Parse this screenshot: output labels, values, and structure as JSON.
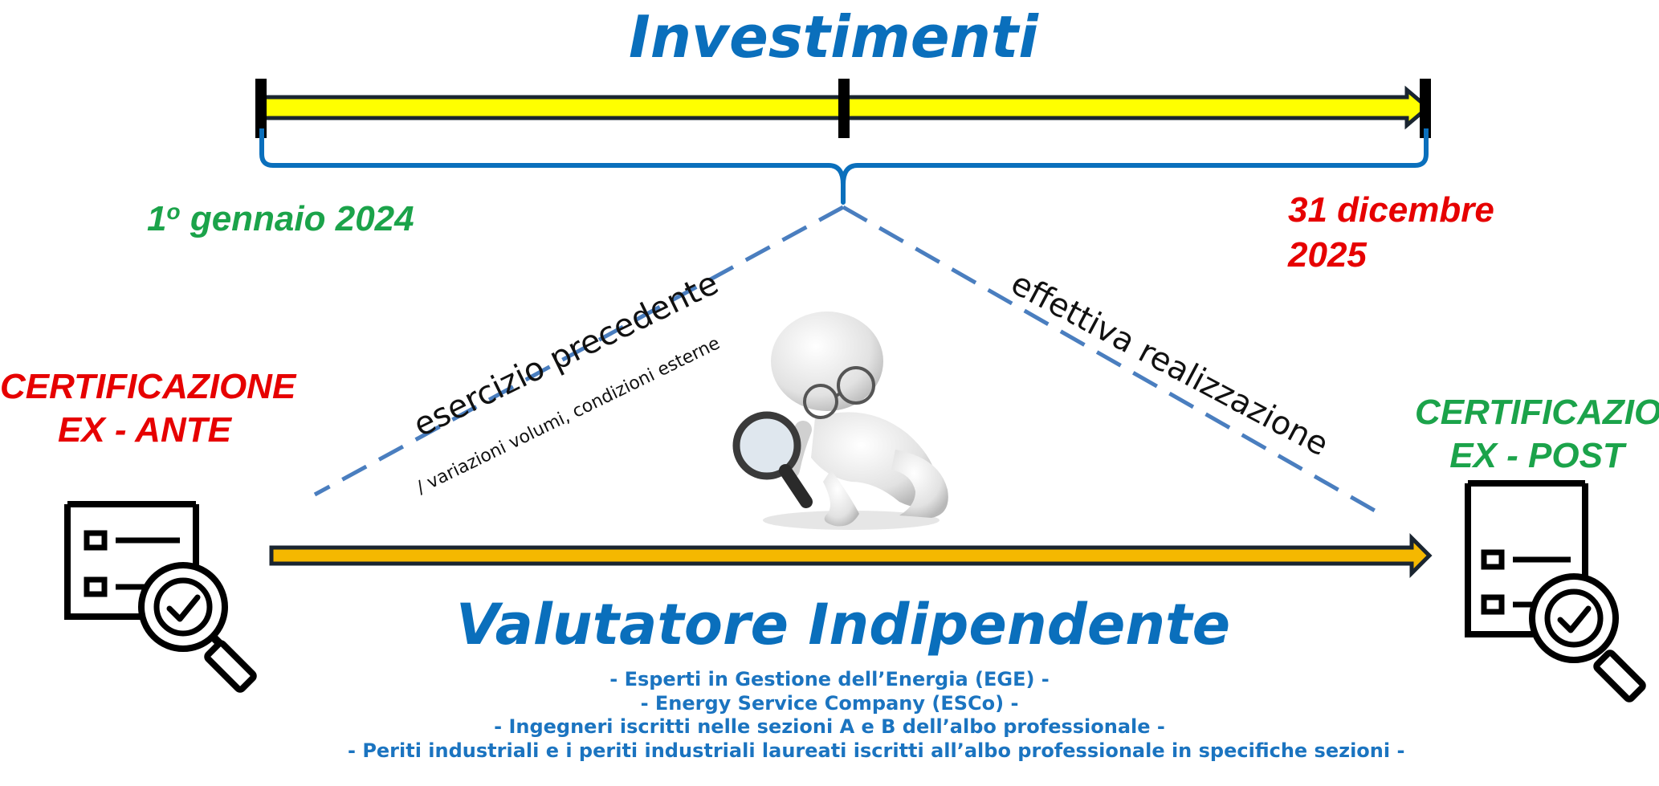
{
  "diagram": {
    "top_title": "Investimenti",
    "start_date": {
      "ordinal": "1",
      "suffix": "o",
      "rest": " gennaio 2024"
    },
    "end_date": "31 dicembre 2025",
    "left_certification": "CERTIFICAZIONE EX - ANTE",
    "right_certification": "CERTIFICAZIONE EX - POST",
    "left_branch_label": "esercizio precedente",
    "left_branch_sublabel": "/ variazioni volumi, condizioni esterne",
    "right_branch_label": "effettiva realizzazione",
    "bottom_title": "Valutatore Indipendente",
    "qualified_evaluators": [
      "- Esperti in Gestione dell’Energia (EGE) -",
      "- Energy Service Company (ESCo) -",
      "- Ingegneri iscritti nelle sezioni A e B dell’albo professionale -",
      "- Periti industriali e i periti industriali laureati iscritti all’albo professionale in specifiche sezioni -"
    ],
    "colors": {
      "title_blue": "#0a6fbc",
      "start_green": "#1ba34a",
      "end_red": "#e60000",
      "timeline_yellow": "#ffff00",
      "process_orange": "#f5b800",
      "dashed_blue": "#4a7ebf"
    },
    "icons": [
      "checklist-magnifier-icon",
      "inspector-figure-icon"
    ]
  }
}
